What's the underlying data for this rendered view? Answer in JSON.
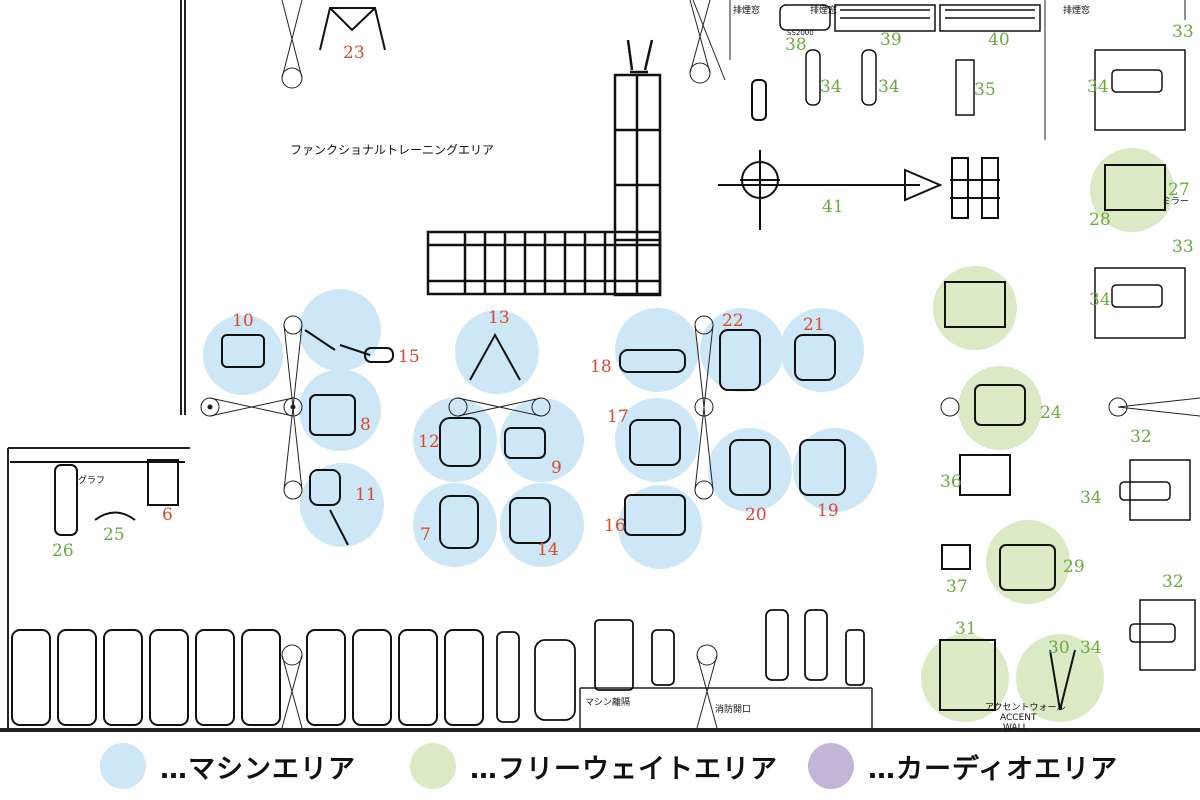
{
  "colors": {
    "machine": "#cde7f7",
    "free_weight": "#d9eac4",
    "cardio": "#c6b3d8",
    "machine_num": "#d84a2b",
    "free_num": "#6aaa3e"
  },
  "area_labels": {
    "functional": "ファンクショナルトレーニングエリア",
    "exhaust_1": "排煙窓",
    "exhaust_2": "排煙窓",
    "exhaust_3": "排煙窓",
    "ss2000": "SS2000",
    "machine_barrier": "マシン離隔",
    "fire_opening": "消防開口",
    "accent_wall_jp": "アクセントウォール",
    "accent_wall_en_1": "ACCENT",
    "accent_wall_en_2": "WALL",
    "mirror": "ミラー",
    "gravity": "グラフ"
  },
  "machine_numbers": [
    "10",
    "15",
    "8",
    "11",
    "13",
    "12",
    "9",
    "7",
    "14",
    "18",
    "22",
    "21",
    "17",
    "20",
    "19",
    "16",
    "23",
    "6"
  ],
  "free_numbers": [
    "38",
    "39",
    "40",
    "34",
    "34",
    "35",
    "41",
    "33",
    "34",
    "27",
    "28",
    "33",
    "34",
    "24",
    "32",
    "36",
    "34",
    "29",
    "37",
    "32",
    "31",
    "30",
    "34",
    "26",
    "25"
  ],
  "legend": [
    {
      "label": "…マシンエリア",
      "color": "#cde7f7"
    },
    {
      "label": "…フリーウェイトエリア",
      "color": "#d9eac4"
    },
    {
      "label": "…カーディオエリア",
      "color": "#c6b3d8"
    }
  ]
}
